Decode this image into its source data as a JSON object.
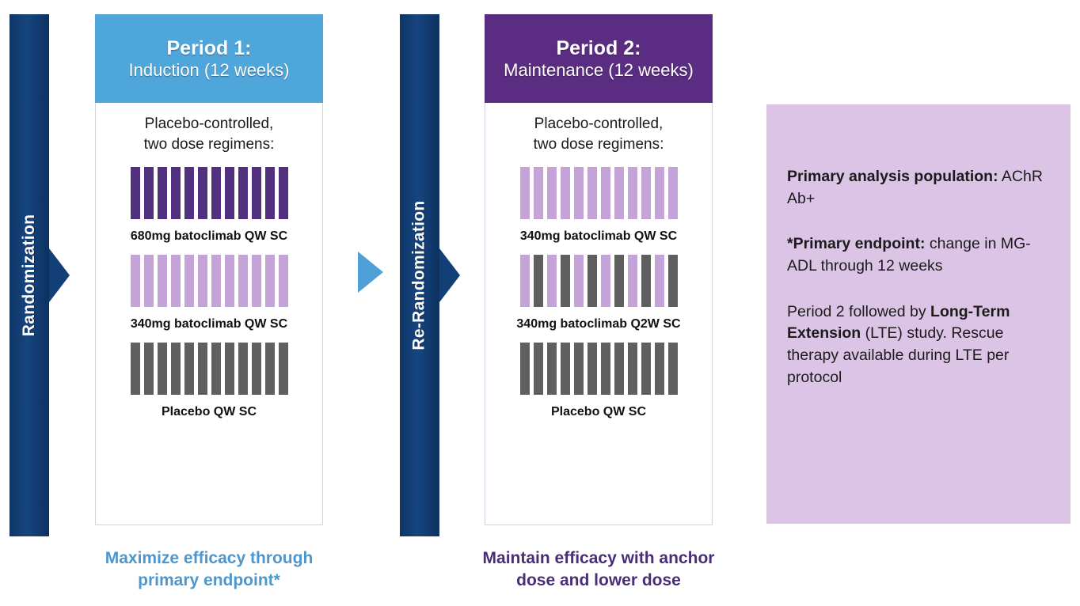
{
  "randomization_bars": [
    {
      "label": "Randomization",
      "name": "randomization-bar"
    },
    {
      "label": "Re-Randomization",
      "name": "re-randomization-bar"
    }
  ],
  "periods": [
    {
      "title": "Period 1:",
      "subtitle": "Induction (12 weeks)",
      "header_color": "#4fa6db",
      "body_caption_line1": "Placebo-controlled,",
      "body_caption_line2": "two dose regimens:",
      "footer": "Maximize efficacy through primary endpoint*",
      "footer_color": "#4d97cd",
      "arms": [
        {
          "label": "680mg batoclimab QW SC",
          "pattern": [
            "dark-purple",
            "dark-purple",
            "dark-purple",
            "dark-purple",
            "dark-purple",
            "dark-purple",
            "dark-purple",
            "dark-purple",
            "dark-purple",
            "dark-purple",
            "dark-purple",
            "dark-purple"
          ]
        },
        {
          "label": "340mg batoclimab QW SC",
          "pattern": [
            "light-purple",
            "light-purple",
            "light-purple",
            "light-purple",
            "light-purple",
            "light-purple",
            "light-purple",
            "light-purple",
            "light-purple",
            "light-purple",
            "light-purple",
            "light-purple"
          ]
        },
        {
          "label": "Placebo QW SC",
          "pattern": [
            "gray",
            "gray",
            "gray",
            "gray",
            "gray",
            "gray",
            "gray",
            "gray",
            "gray",
            "gray",
            "gray",
            "gray"
          ]
        }
      ]
    },
    {
      "title": "Period 2:",
      "subtitle": "Maintenance (12 weeks)",
      "header_color": "#5b2d82",
      "body_caption_line1": "Placebo-controlled,",
      "body_caption_line2": "two dose regimens:",
      "footer": "Maintain efficacy with anchor dose and lower dose",
      "footer_color": "#4a2d79",
      "arms": [
        {
          "label": "340mg batoclimab QW SC",
          "pattern": [
            "light-purple",
            "light-purple",
            "light-purple",
            "light-purple",
            "light-purple",
            "light-purple",
            "light-purple",
            "light-purple",
            "light-purple",
            "light-purple",
            "light-purple",
            "light-purple"
          ]
        },
        {
          "label": "340mg batoclimab Q2W SC",
          "pattern": [
            "light-purple",
            "gray",
            "light-purple",
            "gray",
            "light-purple",
            "gray",
            "light-purple",
            "gray",
            "light-purple",
            "gray",
            "light-purple",
            "gray"
          ]
        },
        {
          "label": "Placebo QW SC",
          "pattern": [
            "gray",
            "gray",
            "gray",
            "gray",
            "gray",
            "gray",
            "gray",
            "gray",
            "gray",
            "gray",
            "gray",
            "gray"
          ]
        }
      ]
    }
  ],
  "info_panel": {
    "blocks": [
      {
        "bold": "Primary analysis population:",
        "text": " AChR Ab+"
      },
      {
        "bold": "*Primary endpoint:",
        "text": " change in MG-ADL through 12 weeks"
      },
      {
        "bold": "",
        "text": "Period 2 followed by ",
        "bold_mid": "Long-Term Extension",
        "text_tail": " (LTE) study. Rescue therapy available during LTE per protocol"
      }
    ]
  },
  "colors": {
    "navy": "#103a6b",
    "light_blue": "#4fa6db",
    "purple": "#5b2d82",
    "dark_purple_bar": "#50307f",
    "light_purple_bar": "#c3a3d8",
    "gray_bar": "#5f5f5f",
    "panel_lavender": "#dcc4e6"
  }
}
